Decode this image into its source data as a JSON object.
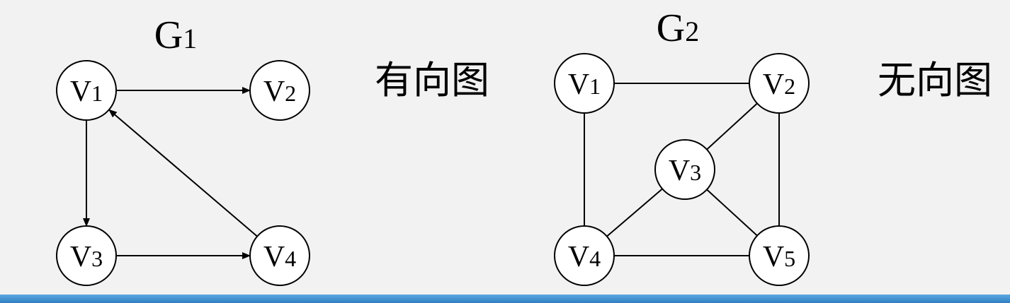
{
  "colors": {
    "background": "#f2f2f2",
    "bar": "#2f7fc2"
  },
  "graphs": [
    {
      "title": "G1",
      "type_label": "有向图",
      "directed": true,
      "nodes": [
        {
          "id": "V1",
          "label": "V1"
        },
        {
          "id": "V2",
          "label": "V2"
        },
        {
          "id": "V3",
          "label": "V3"
        },
        {
          "id": "V4",
          "label": "V4"
        }
      ],
      "edges": [
        {
          "from": "V1",
          "to": "V2"
        },
        {
          "from": "V1",
          "to": "V3"
        },
        {
          "from": "V3",
          "to": "V4"
        },
        {
          "from": "V4",
          "to": "V1"
        }
      ]
    },
    {
      "title": "G2",
      "type_label": "无向图",
      "directed": false,
      "nodes": [
        {
          "id": "V1",
          "label": "V1"
        },
        {
          "id": "V2",
          "label": "V2"
        },
        {
          "id": "V3",
          "label": "V3"
        },
        {
          "id": "V4",
          "label": "V4"
        },
        {
          "id": "V5",
          "label": "V5"
        }
      ],
      "edges": [
        {
          "from": "V1",
          "to": "V2"
        },
        {
          "from": "V1",
          "to": "V4"
        },
        {
          "from": "V2",
          "to": "V3"
        },
        {
          "from": "V2",
          "to": "V5"
        },
        {
          "from": "V3",
          "to": "V4"
        },
        {
          "from": "V3",
          "to": "V5"
        },
        {
          "from": "V4",
          "to": "V5"
        }
      ]
    }
  ]
}
